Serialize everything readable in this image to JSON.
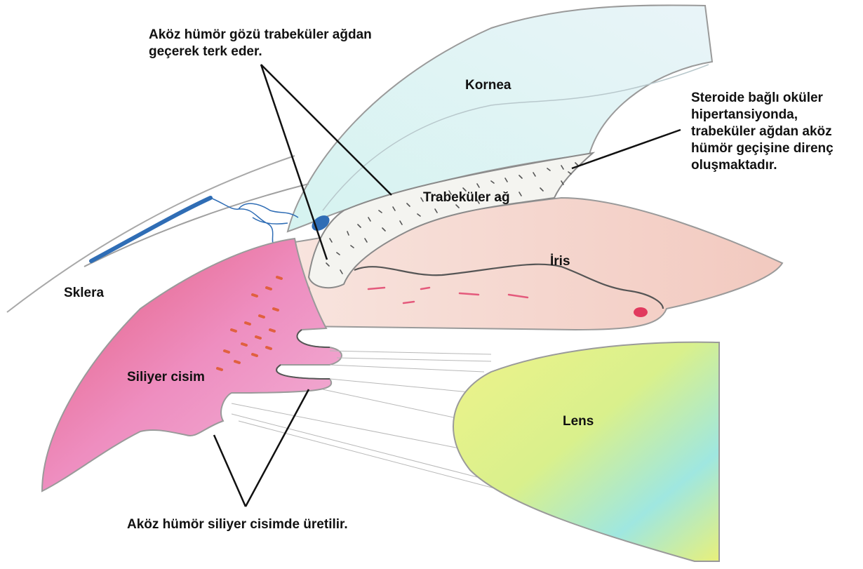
{
  "labels": {
    "top_annotation": [
      "Aköz hümör gözü trabeküler ağdan",
      "geçerek terk eder."
    ],
    "kornea": "Kornea",
    "right_annotation": [
      "Steroide bağlı oküler",
      "hipertansiyonda,",
      "trabeküler ağdan aköz",
      "hümör geçişine direnç",
      "oluşmaktadır."
    ],
    "trabekuler_ag": "Trabeküler ağ",
    "iris": "İris",
    "sklera": "Sklera",
    "siliyer_cisim": "Siliyer cisim",
    "lens": "Lens",
    "bottom_annotation": "Aköz hümör siliyer cisimde üretilir."
  },
  "colors": {
    "cornea": "#d9f1f4",
    "sclera_outline": "#9a9a9a",
    "schlemm_canal": "#2f6db5",
    "trabecular": "#f4f4f0",
    "iris": "#f6ddd6",
    "ciliary": "#e98ab7",
    "lens_yellow": "#e7f27a",
    "lens_cyan": "#8ee3e6"
  }
}
